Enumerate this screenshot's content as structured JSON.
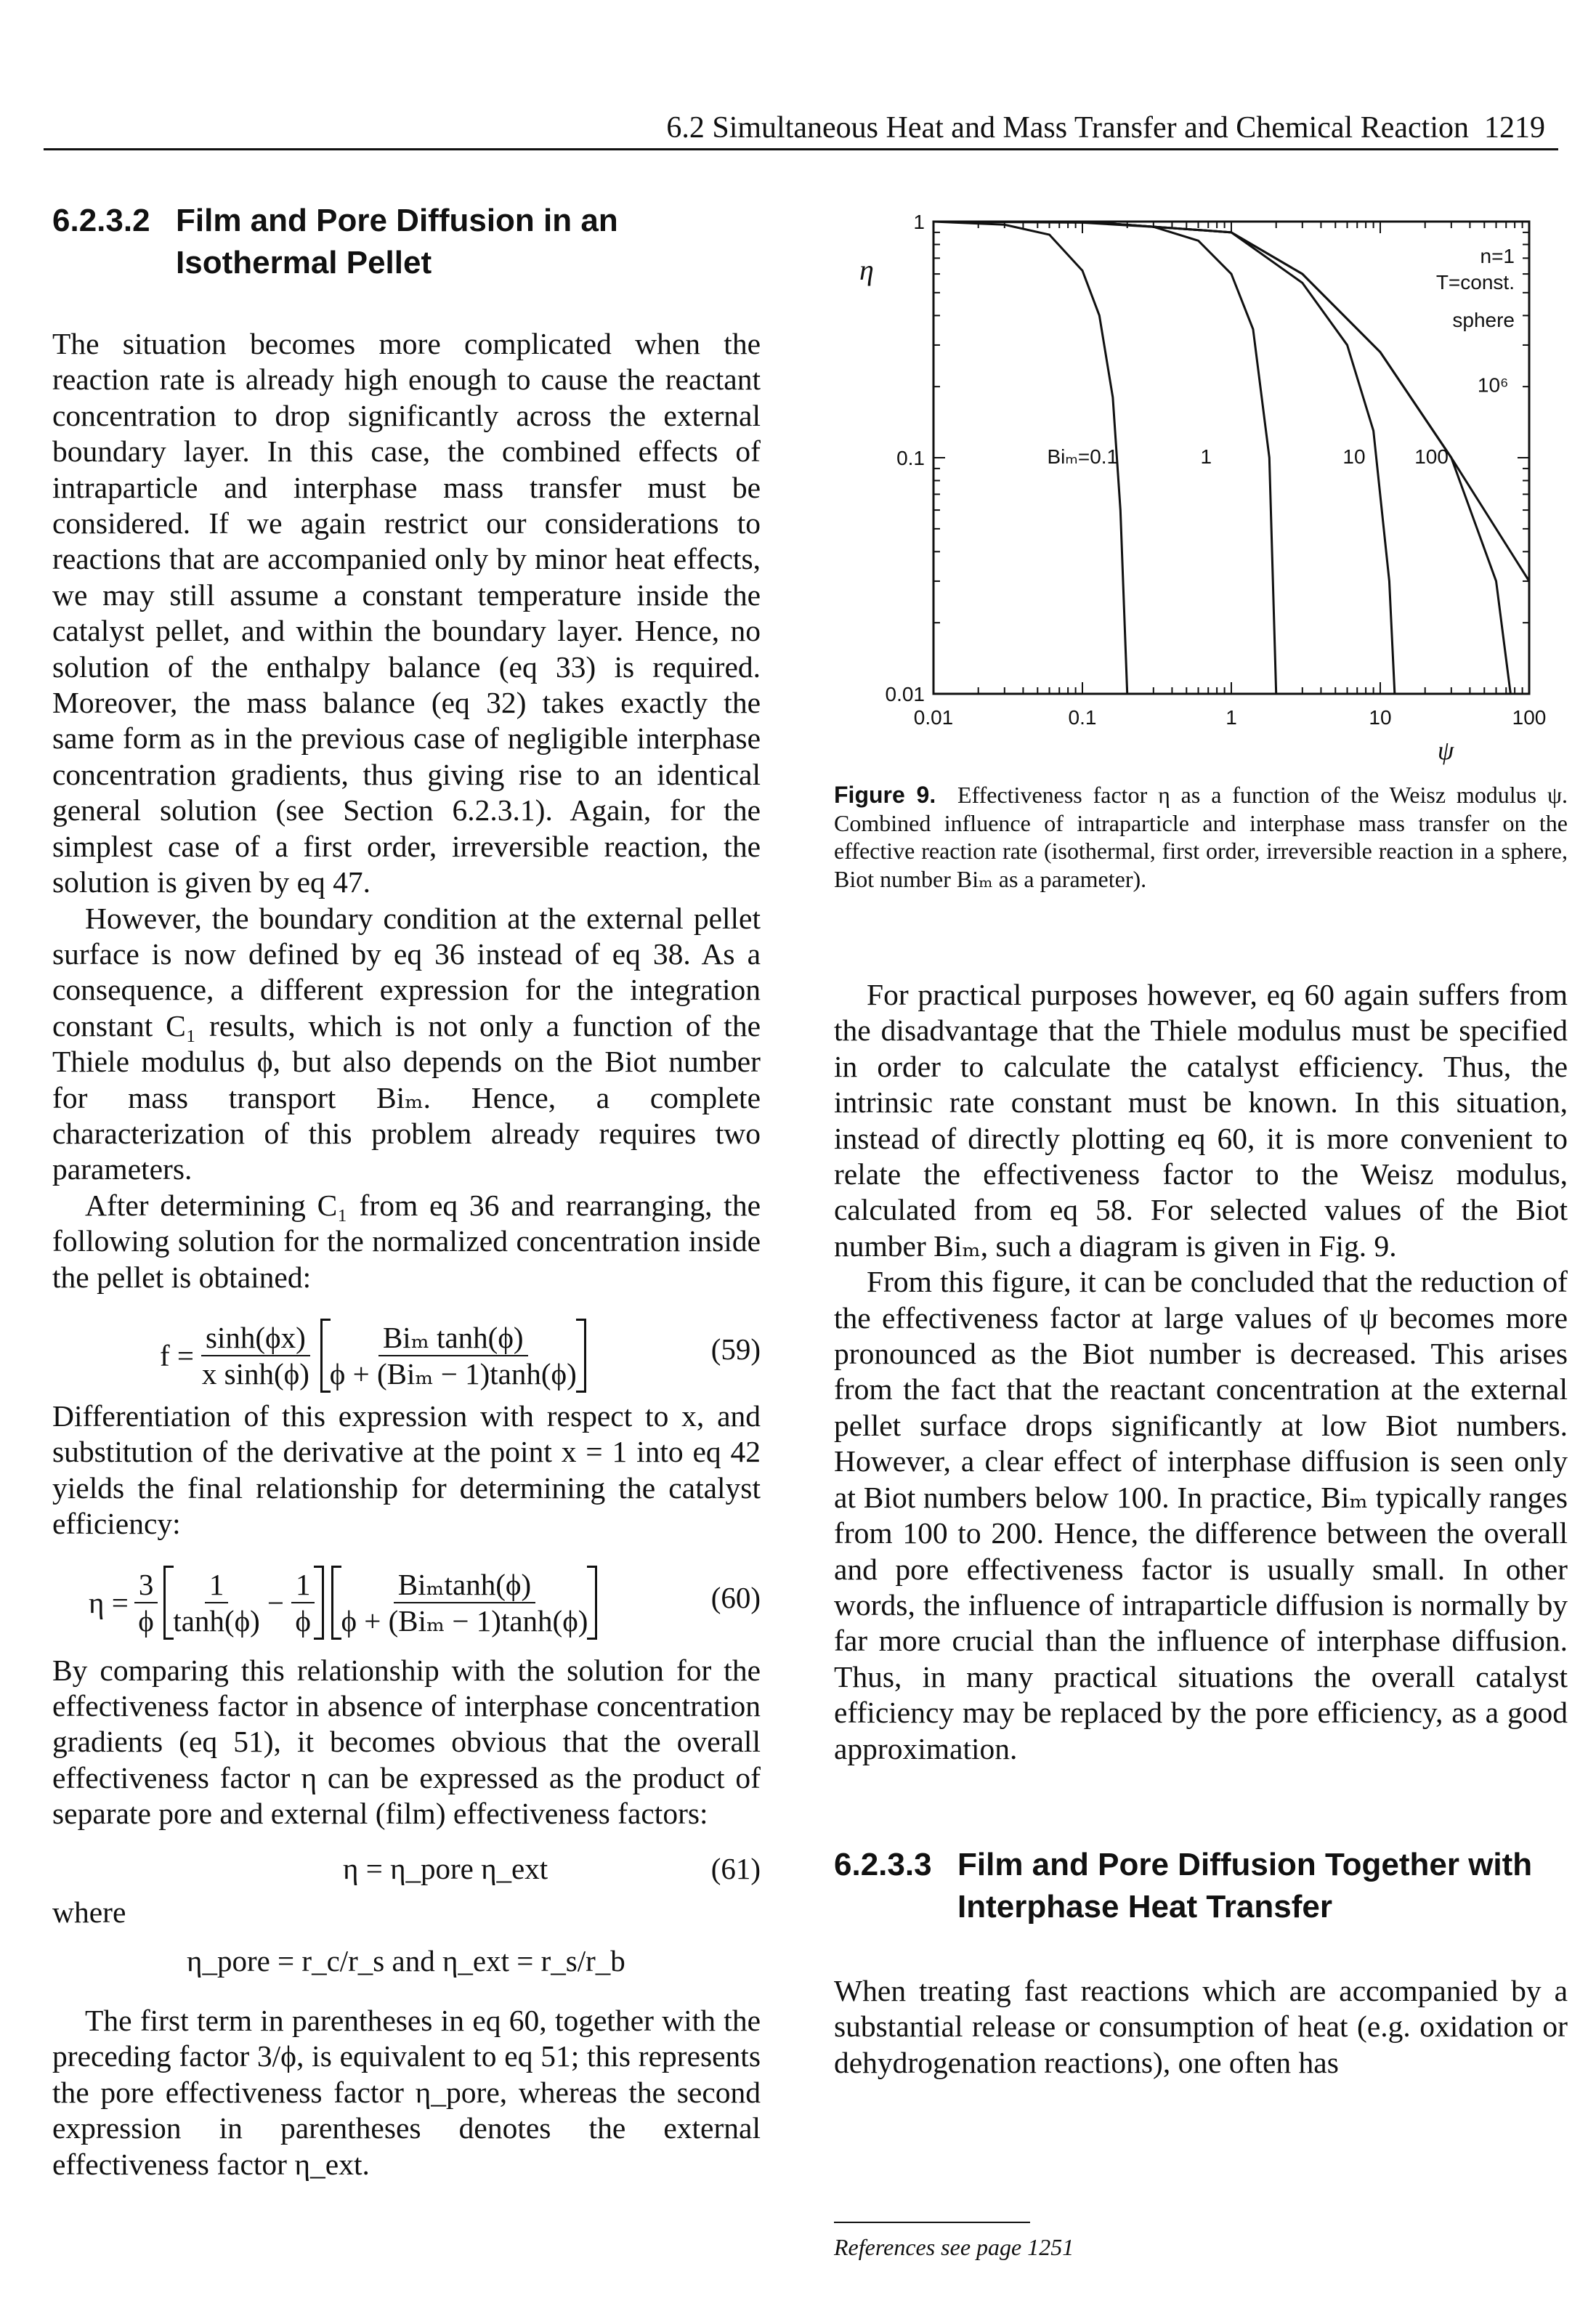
{
  "header": {
    "running_head": "6.2 Simultaneous Heat and Mass Transfer and Chemical Reaction",
    "page_number": "1219"
  },
  "left": {
    "heading_num": "6.2.3.2",
    "heading_text": "Film and Pore Diffusion in an Isothermal Pellet",
    "p1": "The situation becomes more complicated when the reaction rate is already high enough to cause the reactant concentration to drop significantly across the external boundary layer. In this case, the combined effects of intraparticle and interphase mass transfer must be considered. If we again restrict our considerations to reactions that are accompanied only by minor heat effects, we may still assume a constant temperature inside the catalyst pellet, and within the boundary layer. Hence, no solution of the enthalpy balance (eq 33) is required. Moreover, the mass balance (eq 32) takes exactly the same form as in the previous case of negligible interphase concentration gradients, thus giving rise to an identical general solution (see Section 6.2.3.1). Again, for the simplest case of a first order, irreversible reaction, the solution is given by eq 47.",
    "p2": "However, the boundary condition at the external pellet surface is now defined by eq 36 instead of eq 38. As a consequence, a different expression for the integration constant C₁ results, which is not only a function of the Thiele modulus ϕ, but also depends on the Biot number for mass transport Biₘ. Hence, a complete characterization of this problem already requires two parameters.",
    "p3": "After determining C₁ from eq 36 and rearranging, the following solution for the normalized concentration inside the pellet is obtained:",
    "eq59": {
      "lhs": "f =",
      "num": "sinh(ϕx)",
      "den": "x sinh(ϕ)",
      "br_num": "Biₘ tanh(ϕ)",
      "br_den": "ϕ + (Biₘ − 1)tanh(ϕ)",
      "label": "(59)"
    },
    "p4": "Differentiation of this expression with respect to x, and substitution of the derivative at the point x = 1 into eq 42 yields the final relationship for determining the catalyst efficiency:",
    "eq60": {
      "lhs": "η =",
      "coef_num": "3",
      "coef_den": "ϕ",
      "a_num": "1",
      "a_den": "tanh(ϕ)",
      "minus": "−",
      "b_num": "1",
      "b_den": "ϕ",
      "br_num": "Biₘtanh(ϕ)",
      "br_den": "ϕ + (Biₘ − 1)tanh(ϕ)",
      "label": "(60)"
    },
    "p5": "By comparing this relationship with the solution for the effectiveness factor in absence of interphase concentration gradients (eq 51), it becomes obvious that the overall effectiveness factor η can be expressed as the product of separate pore and external (film) effectiveness factors:",
    "eq61": {
      "text": "η = η_pore η_ext",
      "label": "(61)"
    },
    "where": "where",
    "eq_where": "η_pore = r_c/r_s   and   η_ext = r_s/r_b",
    "p6": "The first term in parentheses in eq 60, together with the preceding factor 3/ϕ, is equivalent to eq 51; this represents the pore effectiveness factor η_pore, whereas the second expression in parentheses denotes the external effectiveness factor η_ext."
  },
  "figure": {
    "caption_label": "Figure 9.",
    "caption_text": "Effectiveness factor η as a function of the Weisz modulus ψ. Combined influence of intraparticle and interphase mass transfer on the effective reaction rate (isothermal, first order, irreversible reaction in a sphere, Biot number Biₘ as a parameter).",
    "legend": {
      "line1": "n=1",
      "line2": "T=const.",
      "line3": "sphere"
    },
    "curve_labels": [
      "Biₘ=0.1",
      "1",
      "10",
      "100",
      "10⁶"
    ],
    "y_axis_label": "η",
    "x_axis_label": "ψ",
    "y_ticks": [
      "1",
      "0.1",
      "0.01"
    ],
    "x_ticks": [
      "0.01",
      "0.1",
      "1",
      "10",
      "100"
    ]
  },
  "chart_data": {
    "type": "line",
    "title": "",
    "xlabel": "ψ",
    "ylabel": "η",
    "x_scale": "log",
    "y_scale": "log",
    "xlim": [
      0.01,
      100
    ],
    "ylim": [
      0.01,
      1
    ],
    "grid": false,
    "legend": "top-right",
    "series": [
      {
        "name": "Biₘ=0.1",
        "x": [
          0.01,
          0.03,
          0.06,
          0.1,
          0.13,
          0.16,
          0.18,
          0.2
        ],
        "y": [
          1,
          0.97,
          0.88,
          0.62,
          0.4,
          0.18,
          0.06,
          0.01
        ]
      },
      {
        "name": "1",
        "x": [
          0.01,
          0.1,
          0.3,
          0.6,
          1.0,
          1.4,
          1.8,
          2.0
        ],
        "y": [
          1,
          0.99,
          0.95,
          0.83,
          0.6,
          0.35,
          0.1,
          0.01
        ]
      },
      {
        "name": "10",
        "x": [
          0.01,
          0.1,
          1.0,
          3.0,
          6.0,
          9.0,
          11.5,
          12.5
        ],
        "y": [
          1,
          1,
          0.9,
          0.55,
          0.3,
          0.13,
          0.03,
          0.01
        ]
      },
      {
        "name": "100",
        "x": [
          0.01,
          0.1,
          1.0,
          3.0,
          10,
          30,
          60,
          75
        ],
        "y": [
          1,
          1,
          0.9,
          0.6,
          0.28,
          0.1,
          0.03,
          0.01
        ]
      },
      {
        "name": "10⁶",
        "x": [
          0.01,
          0.1,
          1.0,
          3.0,
          10,
          30,
          100
        ],
        "y": [
          1,
          1,
          0.9,
          0.6,
          0.28,
          0.1,
          0.03
        ]
      }
    ]
  },
  "right": {
    "p1": "For practical purposes however, eq 60 again suffers from the disadvantage that the Thiele modulus must be specified in order to calculate the catalyst efficiency. Thus, the intrinsic rate constant must be known. In this situation, instead of directly plotting eq 60, it is more convenient to relate the effectiveness factor to the Weisz modulus, calculated from eq 58. For selected values of the Biot number Biₘ, such a diagram is given in Fig. 9.",
    "p2": "From this figure, it can be concluded that the reduction of the effectiveness factor at large values of ψ becomes more pronounced as the Biot number is decreased. This arises from the fact that the reactant concentration at the external pellet surface drops significantly at low Biot numbers. However, a clear effect of interphase diffusion is seen only at Biot numbers below 100. In practice, Biₘ typically ranges from 100 to 200. Hence, the difference between the overall and pore effectiveness factor is usually small. In other words, the influence of intraparticle diffusion is normally by far more crucial than the influence of interphase diffusion. Thus, in many practical situations the overall catalyst efficiency may be replaced by the pore efficiency, as a good approximation.",
    "heading_num": "6.2.3.3",
    "heading_text": "Film and Pore Diffusion Together with Interphase Heat Transfer",
    "p3": "When treating fast reactions which are accompanied by a substantial release or consumption of heat (e.g. oxidation or dehydrogenation reactions), one often has"
  },
  "footnote": "References see page 1251"
}
